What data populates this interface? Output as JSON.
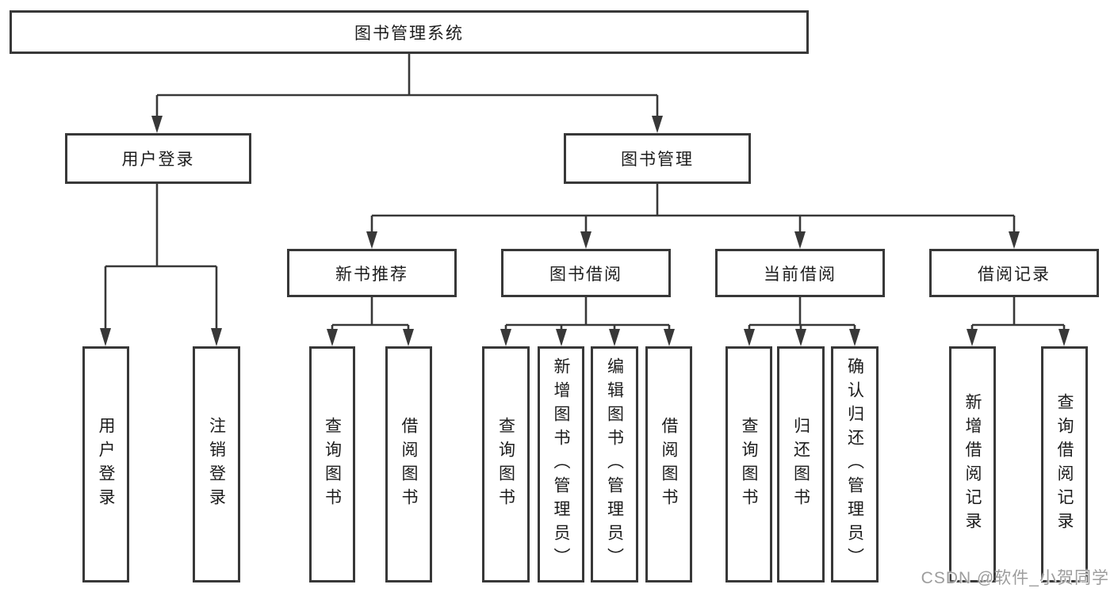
{
  "colors": {
    "background": "#ffffff",
    "line": "#383838",
    "box_border": "#383838",
    "text": "#1c1c1c",
    "watermark": "#9d9d9d"
  },
  "diagram": {
    "root": {
      "label": "图书管理系统"
    },
    "level2": [
      {
        "label": "用户登录"
      },
      {
        "label": "图书管理"
      }
    ],
    "level3": [
      {
        "label": "新书推荐",
        "parent": "图书管理"
      },
      {
        "label": "图书借阅",
        "parent": "图书管理"
      },
      {
        "label": "当前借阅",
        "parent": "图书管理"
      },
      {
        "label": "借阅记录",
        "parent": "图书管理"
      }
    ],
    "leaves": [
      {
        "label": "用户登录",
        "parent": "用户登录"
      },
      {
        "label": "注销登录",
        "parent": "用户登录"
      },
      {
        "label": "查询图书",
        "parent": "新书推荐"
      },
      {
        "label": "借阅图书",
        "parent": "新书推荐"
      },
      {
        "label": "查询图书",
        "parent": "图书借阅"
      },
      {
        "label": "新增图书（管理员）",
        "parent": "图书借阅"
      },
      {
        "label": "编辑图书（管理员）",
        "parent": "图书借阅"
      },
      {
        "label": "借阅图书",
        "parent": "图书借阅"
      },
      {
        "label": "查询图书",
        "parent": "当前借阅"
      },
      {
        "label": "归还图书",
        "parent": "当前借阅"
      },
      {
        "label": "确认归还（管理员）",
        "parent": "当前借阅"
      },
      {
        "label": "新增借阅记录",
        "parent": "借阅记录"
      },
      {
        "label": "查询借阅记录",
        "parent": "借阅记录"
      }
    ]
  },
  "watermark": {
    "text": "CSDN @软件_小贺同学"
  }
}
